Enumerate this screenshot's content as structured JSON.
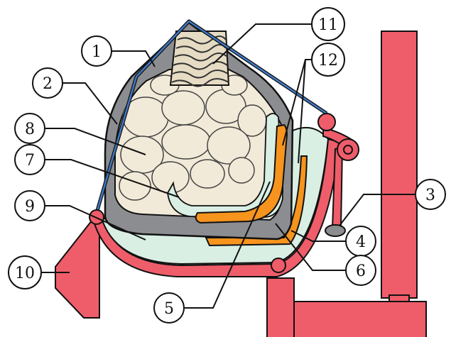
{
  "labels": {
    "l1": "1",
    "l2": "2",
    "l3": "3",
    "l4": "4",
    "l5": "5",
    "l6": "6",
    "l7": "7",
    "l8": "8",
    "l9": "9",
    "l10": "10",
    "l11": "11",
    "l12": "12"
  },
  "colors": {
    "red": "#ef5d6a",
    "gray": "#8c8d91",
    "blue": "#3f78c2",
    "mint": "#d9efe4",
    "orange": "#f7941d",
    "cream": "#f2ead8",
    "tan": "#e6dcc4"
  }
}
